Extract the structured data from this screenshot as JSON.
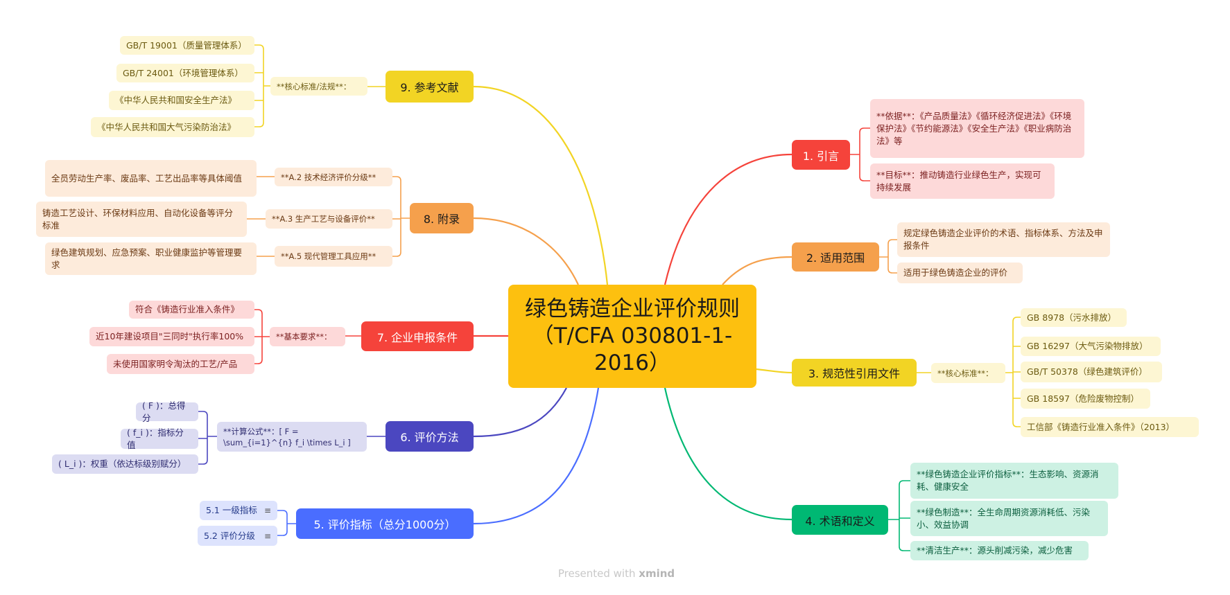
{
  "root": {
    "line1": "绿色铸造企业评价规则",
    "line2": "（T/CFA 030801-1-",
    "line3": "2016）"
  },
  "colors": {
    "root": "#fdc00f",
    "red": "#f5433b",
    "orange": "#f5a04c",
    "yellow": "#f2d424",
    "green": "#00b873",
    "blue": "#4a6dff",
    "indigo": "#4b47c0"
  },
  "branches": [
    {
      "label": "1. 引言",
      "children": [
        "**依据**：《产品质量法》《循环经济促进法》《环境保护法》《节约能源法》《安全生产法》《职业病防治法》等",
        "**目标**：推动铸造行业绿色生产，实现可持续发展"
      ]
    },
    {
      "label": "2. 适用范围",
      "children": [
        "规定绿色铸造企业评价的术语、指标体系、方法及申报条件",
        "适用于绿色铸造企业的评价"
      ]
    },
    {
      "label": "3. 规范性引用文件",
      "sub": "**核心标准**：",
      "children": [
        "GB 8978（污水排放）",
        "GB 16297（大气污染物排放）",
        "GB/T 50378（绿色建筑评价）",
        "GB 18597（危险废物控制）",
        "工信部《铸造行业准入条件》（2013）"
      ]
    },
    {
      "label": "4. 术语和定义",
      "children": [
        "**绿色铸造企业评价指标**：生态影响、资源消耗、健康安全",
        "**绿色制造**：全生命周期资源消耗低、污染小、效益协调",
        "**清洁生产**：源头削减污染，减少危害"
      ]
    },
    {
      "label": "5. 评价指标（总分1000分）",
      "children": [
        "5.1 一级指标",
        "5.2 评价分级"
      ],
      "note_icon": "notes-icon"
    },
    {
      "label": "6. 评价方法",
      "sub": "**计算公式**：[ F = \\sum_{i=1}^{n} f_i \\times L_i ]",
      "children": [
        "( F )：总得分",
        "( f_i )：指标分值",
        "( L_i )：权重（依达标级别赋分）"
      ]
    },
    {
      "label": "7. 企业申报条件",
      "sub": "**基本要求**：",
      "children": [
        "符合《铸造行业准入条件》",
        "近10年建设项目\"三同时\"执行率100%",
        "未使用国家明令淘汰的工艺/产品"
      ]
    },
    {
      "label": "8. 附录",
      "subs": [
        "**A.2 技术经济评价分级**",
        "**A.3 生产工艺与设备评价**",
        "**A.5 现代管理工具应用**"
      ],
      "children": [
        "全员劳动生产率、废品率、工艺出品率等具体阈值",
        "铸造工艺设计、环保材料应用、自动化设备等评分标准",
        "绿色建筑规划、应急预案、职业健康监护等管理要求"
      ]
    },
    {
      "label": "9. 参考文献",
      "sub": "**核心标准/法规**：",
      "children": [
        "GB/T 19001（质量管理体系）",
        "GB/T 24001（环境管理体系）",
        "《中华人民共和国安全生产法》",
        "《中华人民共和国大气污染防治法》"
      ]
    }
  ],
  "footer": {
    "prefix": "Presented with",
    "brand": "xmind"
  }
}
